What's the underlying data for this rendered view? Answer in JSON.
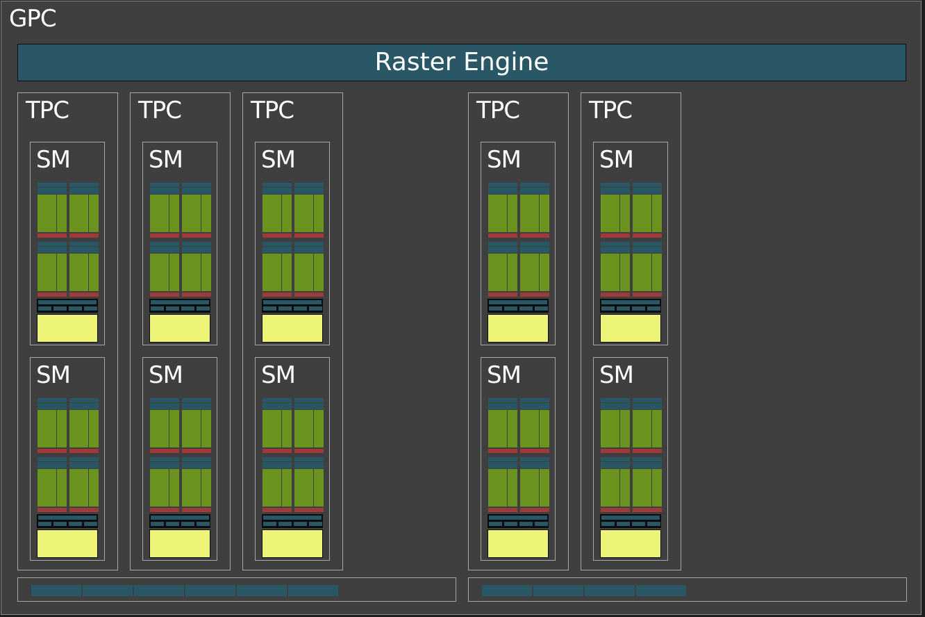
{
  "gpc": {
    "label": "GPC"
  },
  "raster_engine": {
    "label": "Raster Engine"
  },
  "tpcs": [
    {
      "label": "TPC",
      "sms": [
        {
          "label": "SM"
        },
        {
          "label": "SM"
        }
      ]
    },
    {
      "label": "TPC",
      "sms": [
        {
          "label": "SM"
        },
        {
          "label": "SM"
        }
      ]
    },
    {
      "label": "TPC",
      "sms": [
        {
          "label": "SM"
        },
        {
          "label": "SM"
        }
      ]
    },
    {
      "label": "TPC",
      "sms": [
        {
          "label": "SM"
        },
        {
          "label": "SM"
        }
      ]
    },
    {
      "label": "TPC",
      "sms": [
        {
          "label": "SM"
        },
        {
          "label": "SM"
        }
      ]
    }
  ],
  "colors": {
    "background": "#3f3f3f",
    "raster_engine": "#2a5766",
    "cuda_cores": "#6b9320",
    "register_strip": "#9e3a3a",
    "l1_cache": "#edf477",
    "border": "#a8a8a8"
  },
  "polymorph_blocks": [
    {
      "segments": 6
    },
    {
      "segments": 4
    }
  ]
}
